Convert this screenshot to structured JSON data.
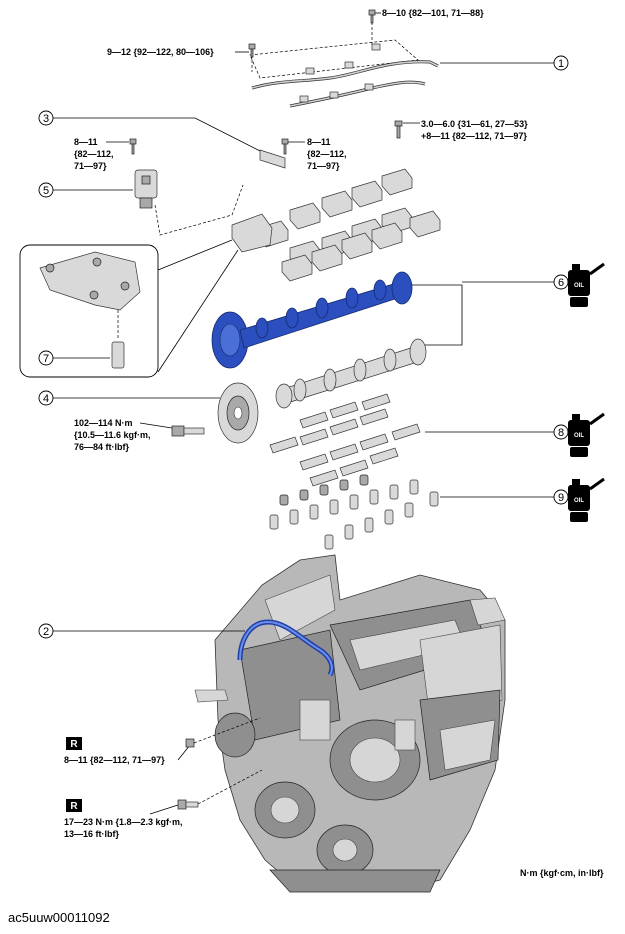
{
  "torque": {
    "t1": "8—10 {82—101, 71—88}",
    "t2": "9—12 {92—122, 80—106}",
    "t3a": "3.0—6.0 {31—61, 27—53}",
    "t3b": "+8—11 {82—112, 71—97}",
    "t4a": "8—11",
    "t4b": "{82—112,",
    "t4c": "71—97}",
    "t5a": "8—11",
    "t5b": "{82—112,",
    "t5c": "71—97}",
    "t6a": "102—114 N·m",
    "t6b": "{10.5—11.6 kgf·m,",
    "t6c": "76—84 ft·lbf}",
    "t7": "8—11 {82—112, 71—97}",
    "t8a": "17—23 N·m {1.8—2.3 kgf·m,",
    "t8b": "13—16 ft·lbf}"
  },
  "callouts": [
    "1",
    "2",
    "3",
    "4",
    "5",
    "6",
    "7",
    "8",
    "9"
  ],
  "badges": {
    "replace": "R",
    "oil": "OIL"
  },
  "units_note": "N·m {kgf·cm, in·lbf}",
  "image_id": "ac5uuw00011092",
  "colors": {
    "highlight": "#2b4fbf",
    "part": "#d9d9d9",
    "badge": "#000000"
  },
  "icons": [
    "bolt-icon",
    "oil-can-icon",
    "replace-badge-icon"
  ]
}
